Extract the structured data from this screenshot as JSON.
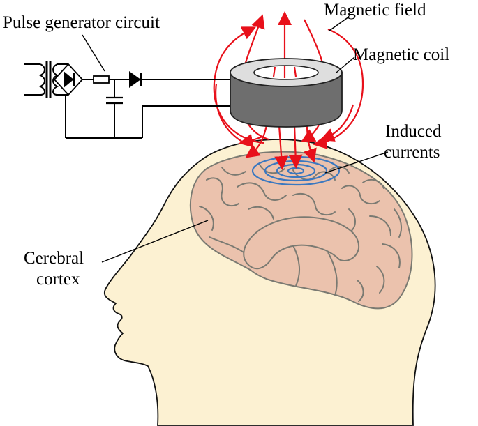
{
  "labels": {
    "pulse_generator": "Pulse generator circuit",
    "magnetic_field": "Magnetic field",
    "magnetic_coil": "Magnetic coil",
    "induced_currents_line1": "Induced",
    "induced_currents_line2": "currents",
    "cerebral_cortex_line1": "Cerebral",
    "cerebral_cortex_line2": "cortex"
  },
  "colors": {
    "field_lines": "#e8101a",
    "induced_currents": "#3a78c0",
    "head_skin": "#fcf1d2",
    "brain": "#ebc2ad",
    "brain_outline": "#7a7a72",
    "coil_body": "#6e6e6e",
    "coil_top": "#dedede",
    "circuit": "#000000"
  },
  "icons": {
    "transformer": "transformer-icon",
    "rectifier": "diode-bridge-icon",
    "resistor": "resistor-icon",
    "diode": "diode-icon",
    "capacitor": "capacitor-icon"
  }
}
